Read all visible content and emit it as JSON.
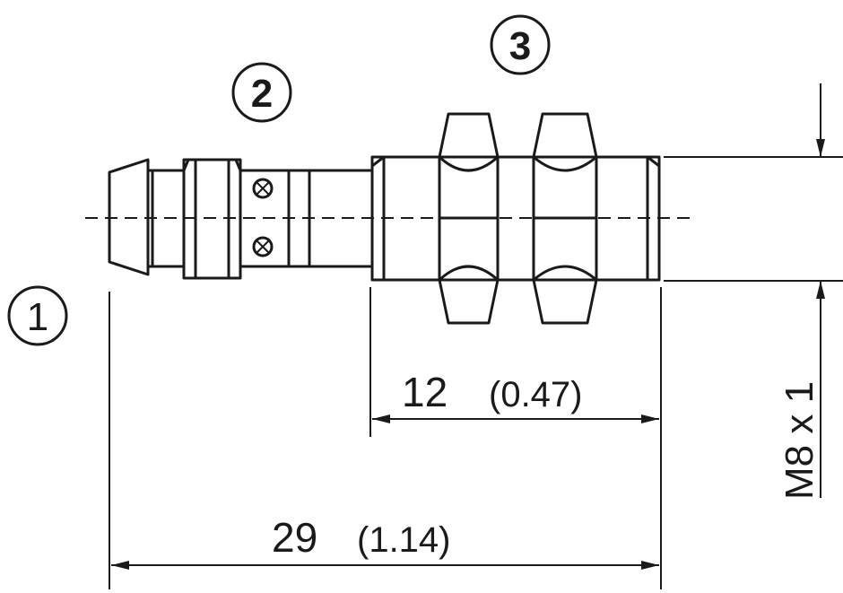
{
  "callouts": [
    "1",
    "2",
    "3"
  ],
  "dimensions": {
    "thread_length": {
      "value": "12",
      "inch": "(0.47)"
    },
    "total_length": {
      "value": "29",
      "inch": "(1.14)"
    },
    "thread": "M8 x 1"
  },
  "colors": {
    "line": "#1a1a1a",
    "background": "#ffffff"
  }
}
